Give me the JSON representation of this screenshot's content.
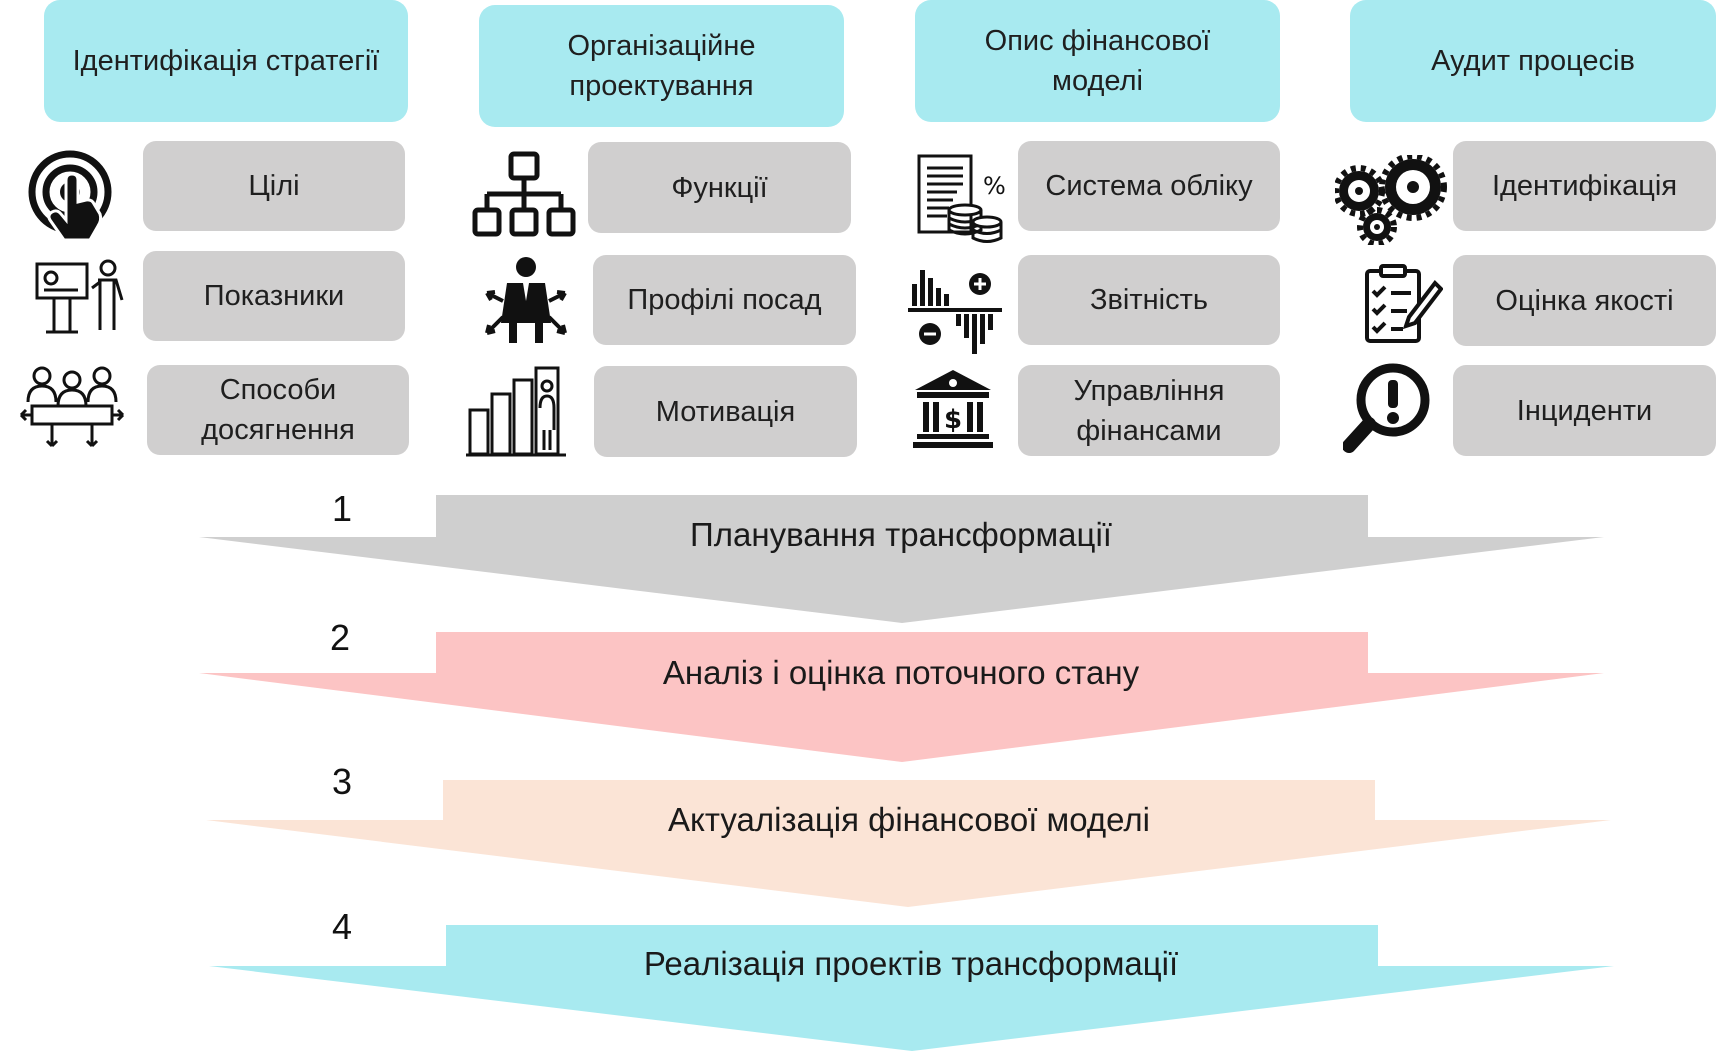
{
  "columns": [
    {
      "header": "Ідентифікація стратегії",
      "items": [
        "Цілі",
        "Показники",
        "Способи досягнення"
      ],
      "icons": [
        "touch-target-icon",
        "presentation-icon",
        "team-meeting-icon"
      ]
    },
    {
      "header": "Організаційне проектування",
      "items": [
        "Функції",
        "Профілі посад",
        "Мотивація"
      ],
      "icons": [
        "org-chart-icon",
        "businessman-arrows-icon",
        "growth-bars-person-icon"
      ]
    },
    {
      "header": "Опис фінансової моделі",
      "items": [
        "Система обліку",
        "Звітність",
        "Управління фінансами"
      ],
      "icons": [
        "ledger-coins-icon",
        "plus-minus-bars-icon",
        "bank-icon"
      ]
    },
    {
      "header": "Аудит процесів",
      "items": [
        "Ідентифікація",
        "Оцінка якості",
        "Інциденти"
      ],
      "icons": [
        "gears-icon",
        "checklist-icon",
        "magnifier-alert-icon"
      ]
    }
  ],
  "steps": [
    {
      "number": "1",
      "label": "Планування трансформації",
      "color": "#cfcfcf"
    },
    {
      "number": "2",
      "label": "Аналіз і оцінка поточного стану",
      "color": "#fcc4c4"
    },
    {
      "number": "3",
      "label": "Актуалізація фінансової моделі",
      "color": "#fbe4d6"
    },
    {
      "number": "4",
      "label": "Реалізація проектів трансформації",
      "color": "#a8eaf0"
    }
  ]
}
